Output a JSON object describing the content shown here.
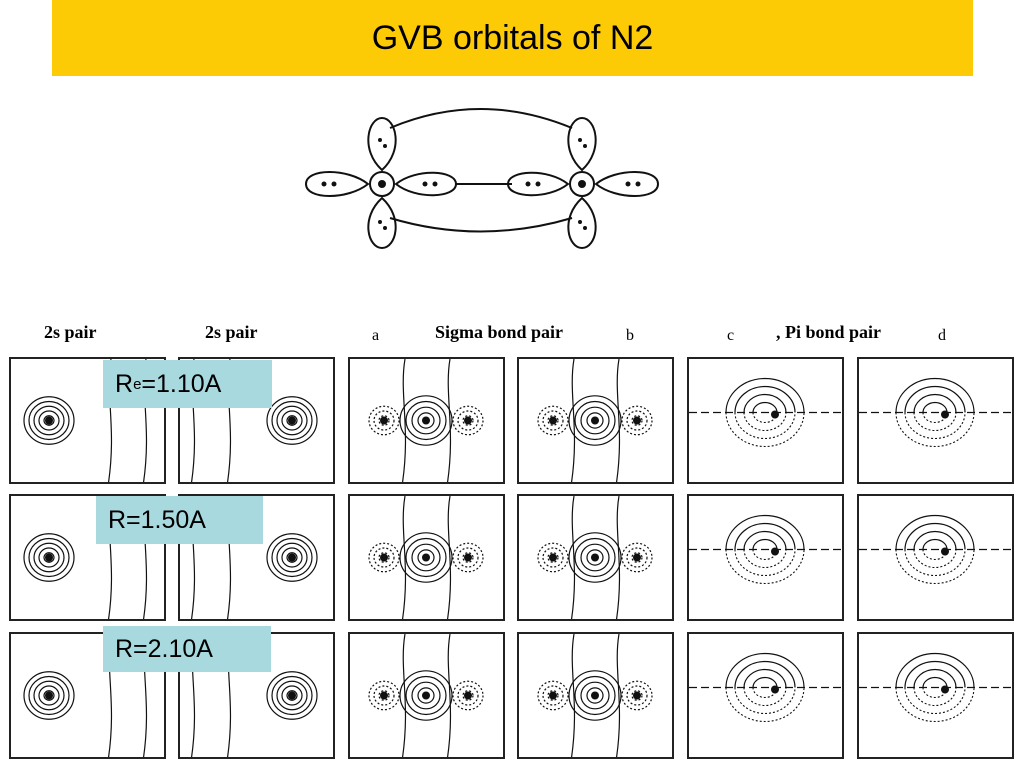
{
  "title": "GVB orbitals of N2",
  "columns": {
    "pair_2s_a": "2s pair",
    "pair_2s_b": "2s pair",
    "sigma": "Sigma bond pair",
    "pi": ", Pi bond pair",
    "letter_a": "a",
    "letter_b": "b",
    "letter_c": "c",
    "letter_d": "d"
  },
  "distances": {
    "re_prefix": "R",
    "re_sub": "e",
    "re_value": "=1.10A",
    "r2": "R=1.50A",
    "r3": "R=2.10A"
  }
}
